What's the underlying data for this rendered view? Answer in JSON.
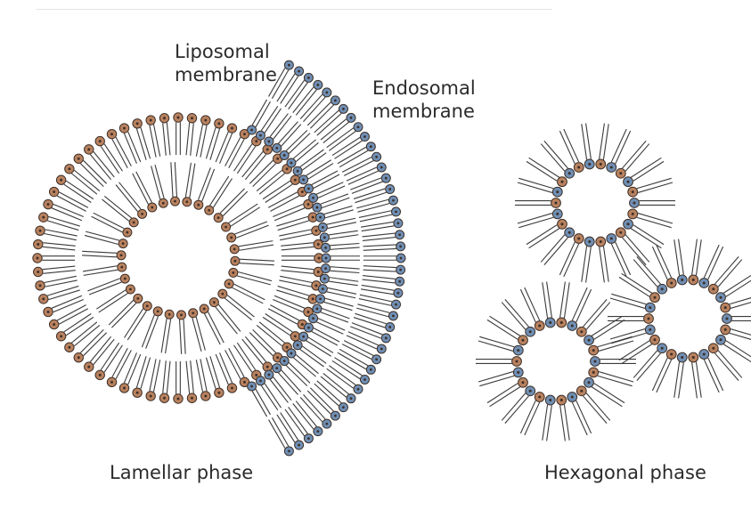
{
  "labels": {
    "liposomal_line1": "Liposomal",
    "liposomal_line2": "membrane",
    "endosomal_line1": "Endosomal",
    "endosomal_line2": "membrane",
    "lamellar": "Lamellar phase",
    "hexagonal": "Hexagonal phase"
  },
  "colors": {
    "liposome_head": "#b9825f",
    "endosome_head": "#6f8fb5",
    "tail": "#3a3a3a",
    "head_stroke": "#3d2f28"
  }
}
